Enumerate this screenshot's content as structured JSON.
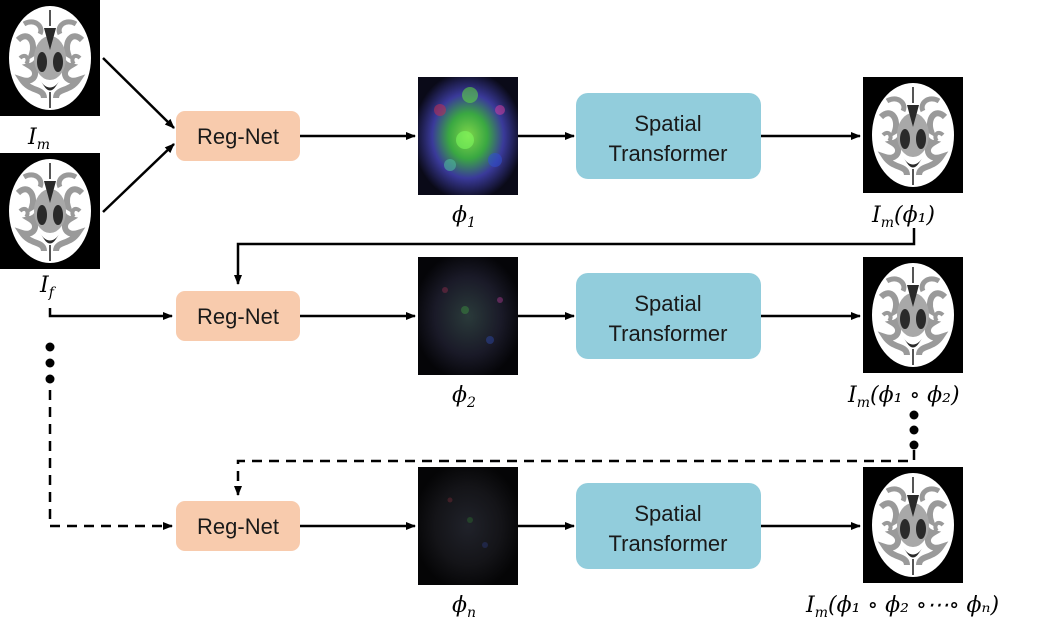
{
  "nodes": {
    "regnet_label": "Reg-Net",
    "spatial_label_line1": "Spatial",
    "spatial_label_line2": "Transformer"
  },
  "images": {
    "moving": {
      "label_main": "I",
      "label_sub": "m"
    },
    "fixed": {
      "label_main": "I",
      "label_sub": "f"
    }
  },
  "rows": [
    {
      "phi_main": "ϕ",
      "phi_sub": "1",
      "out_main": "I",
      "out_sub": "m",
      "out_expr": "(ϕ₁)"
    },
    {
      "phi_main": "ϕ",
      "phi_sub": "2",
      "out_main": "I",
      "out_sub": "m",
      "out_expr": "(ϕ₁ ∘ ϕ₂)"
    },
    {
      "phi_main": "ϕ",
      "phi_sub": "n",
      "out_main": "I",
      "out_sub": "m",
      "out_expr": "(ϕ₁ ∘ ϕ₂ ∘⋯∘ ϕₙ)"
    }
  ],
  "colors": {
    "regnet_fill": "#F8CBAD",
    "spatial_fill": "#92CDDC",
    "arrow": "#000000",
    "image_bg": "#000000"
  }
}
